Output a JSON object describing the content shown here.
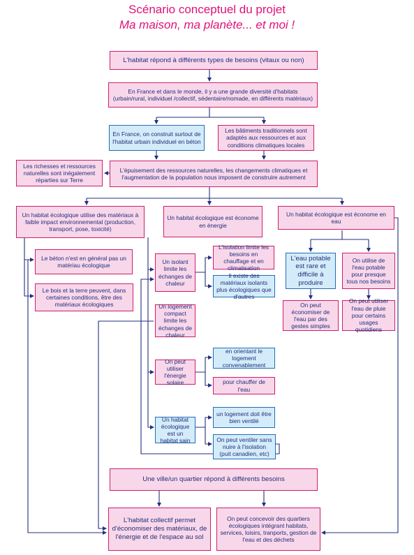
{
  "title": {
    "line1": "Scénario conceptuel du projet",
    "line2": "Ma maison, ma planète... et moi !"
  },
  "colors": {
    "title": "#e0117a",
    "pink_box": "#f9d7ea",
    "pink_border": "#cc1f6a",
    "blue_box": "#d4ecfa",
    "blue_border": "#1f6fb4",
    "text": "#1f2f7a"
  },
  "boxes": {
    "b1": "L'habitat répond à différents types de besoins (vitaux ou non)",
    "b2": "En France et dans le monde, il y a une grande diversité d'habitats (urbain/rural, individuel /collectif, sédentaire/nomade, en différents matériaux)",
    "b3": "En France, on construit surtout de l'habitat urbain individuel en béton",
    "b4": "Les bâtiments traditionnels sont adaptés aux ressources et aux conditions climatiques locales",
    "b5": "Les richesses et ressources naturelles sont inégalement réparties sur Terre",
    "b6": "L'épuisement des ressources naturelles, les changements climatiques et l'augmentation de la population nous imposent de construire autrement",
    "b7": "Un habitat écologique utilise des matériaux à faible impact environnemental (production, transport, pose, toxicité)",
    "b8": "Un habitat écologique est économe en énergie",
    "b9": "Un habitat écologique est économe en eau",
    "b10": "Le béton n'est en général pas un matériau écologique",
    "b11": "Le bois et la terre peuvent, dans certaines conditions, être des matériaux écologiques",
    "b12": "Un isolant limite les échanges de chaleur",
    "b13": "L'isolation limite les besoins en chauffage et en climatisation",
    "b14": "Il existe des matériaux isolants plus écologiques que d'autres",
    "b15": "Un logement compact limite les échanges de chaleur",
    "b16": "On peut utiliser l'énergie solaire",
    "b17": "en orientant le logement convenablement",
    "b18": "pour chauffer de l'eau",
    "b19": "Un habitat écologique est un habitat sain",
    "b20": "un logement doit être bien ventilé",
    "b21": "On peut ventiler sans nuire à l'isolation (puit canadien, etc)",
    "b22": "L'eau potable est rare et difficile à produire",
    "b23": "On utilise de l'eau potable pour presque tous nos besoins",
    "b24": "On peut économiser de l'eau par des gestes simples",
    "b25": "On peut utiliser l'eau de pluie pour certains usages quotidiens",
    "b26": "Une ville/un quartier répond à différents besoins",
    "b27": "L'habitat collectif permet d'économiser des matériaux, de l'énergie et de l'espace au sol",
    "b28": "On peut concevoir des quartiers écologiques intégrant habitats, services, loisirs, tranports, gestion de l'eau et des déchets"
  }
}
